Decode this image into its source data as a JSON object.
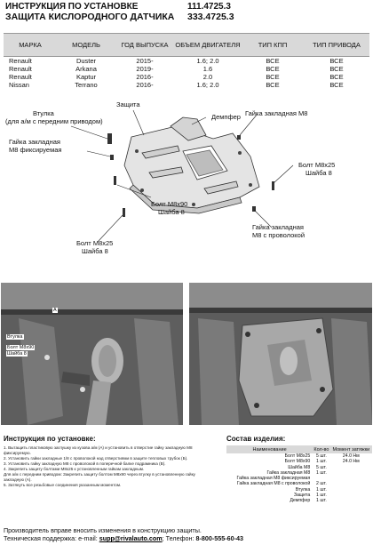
{
  "header": {
    "line1": "ИНСТРУКЦИЯ ПО УСТАНОВКЕ",
    "line2": "ЗАЩИТА КИСЛОРОДНОГО ДАТЧИКА",
    "code1": "111.4725.3",
    "code2": "333.4725.3"
  },
  "models": {
    "headers": [
      "Марка",
      "Модель",
      "Год выпуска",
      "Объем двигателя",
      "Тип КПП",
      "Тип привода"
    ],
    "rows": [
      [
        "Renault",
        "Duster",
        "2015-",
        "1.6; 2.0",
        "ВСЕ",
        "ВСЕ"
      ],
      [
        "Renault",
        "Arkana",
        "2019-",
        "1.6",
        "ВСЕ",
        "ВСЕ"
      ],
      [
        "Renault",
        "Kaptur",
        "2016-",
        "2.0",
        "ВСЕ",
        "ВСЕ"
      ],
      [
        "Nissan",
        "Terrano",
        "2016-",
        "1.6; 2.0",
        "ВСЕ",
        "ВСЕ"
      ]
    ]
  },
  "diagram": {
    "vtulka": "Втулка",
    "vtulka_note": "(для а/м с передним приводом)",
    "zashchita": "Защита",
    "dempfer": "Демпфер",
    "nut_m8_top": "Гайка закладная М8",
    "nut_m8_fixed1": "Гайка закладная",
    "nut_m8_fixed2": "М8 фиксируемая",
    "bolt_m8x25_right1": "Болт М8х25",
    "bolt_m8x25_right2": "Шайба 8",
    "bolt_m8x90_1": "Болт М8х90",
    "bolt_m8x90_2": "Шайба 8",
    "bolt_m8x25_left1": "Болт М8х25",
    "bolt_m8x25_left2": "Шайба 8",
    "nut_wire1": "Гайка закладная",
    "nut_wire2": "М8 с проволокой"
  },
  "photos": {
    "left_labels": [
      "Втулка",
      "Болт М8х90",
      "Шайба 8",
      "А"
    ]
  },
  "instructions": {
    "title": "Инструкция по установке:",
    "steps": [
      "1. Вытащить пластиковую заглушку из кузова а/м (А) и установить в отверстие гайку закладную М8 фиксируемую.",
      "2. Установить гайки закладные 1/8 с проволокой над отверстиями в защите тепловых трубок (Б).",
      "3. Установить гайку закладную М8 с проволокой в поперечной балке подрамника (В).",
      "4. Закрепить защиту болтами М8х25 к установленным гайкам закладным.",
      "Для а/м с передним приводом: Закрепить защиту болтом М8х90 через втулку в установленную гайку закладную (А).",
      "5. Затянуть все резьбовые соединения указанным моментом."
    ]
  },
  "kit": {
    "title": "Состав изделия:",
    "headers": [
      "Наименование",
      "Кол-во",
      "Момент затяжки"
    ],
    "rows": [
      [
        "Болт М8х25",
        "5 шт.",
        "24.0 Нм"
      ],
      [
        "Болт М8х90",
        "1 шт.",
        "24.0 Нм"
      ],
      [
        "Шайба М8",
        "5 шт.",
        ""
      ],
      [
        "Гайка закладная М8",
        "1 шт.",
        ""
      ],
      [
        "Гайка закладная М8 фиксируемая",
        "",
        ""
      ],
      [
        "Гайка закладная М8 с проволокой",
        "2 шт.",
        ""
      ],
      [
        "Втулка",
        "1 шт.",
        ""
      ],
      [
        "Защита",
        "1 шт.",
        ""
      ],
      [
        "Демпфер",
        "1 шт.",
        ""
      ]
    ]
  },
  "footer": {
    "line1": "Производитель вправе вносить изменения в конструкцию защиты.",
    "support_prefix": "Техническая поддержка: e-mail:",
    "email": "supp@rivalauto.com",
    "phone_prefix": "; Телефон:",
    "phone": "8-800-555-60-43"
  }
}
